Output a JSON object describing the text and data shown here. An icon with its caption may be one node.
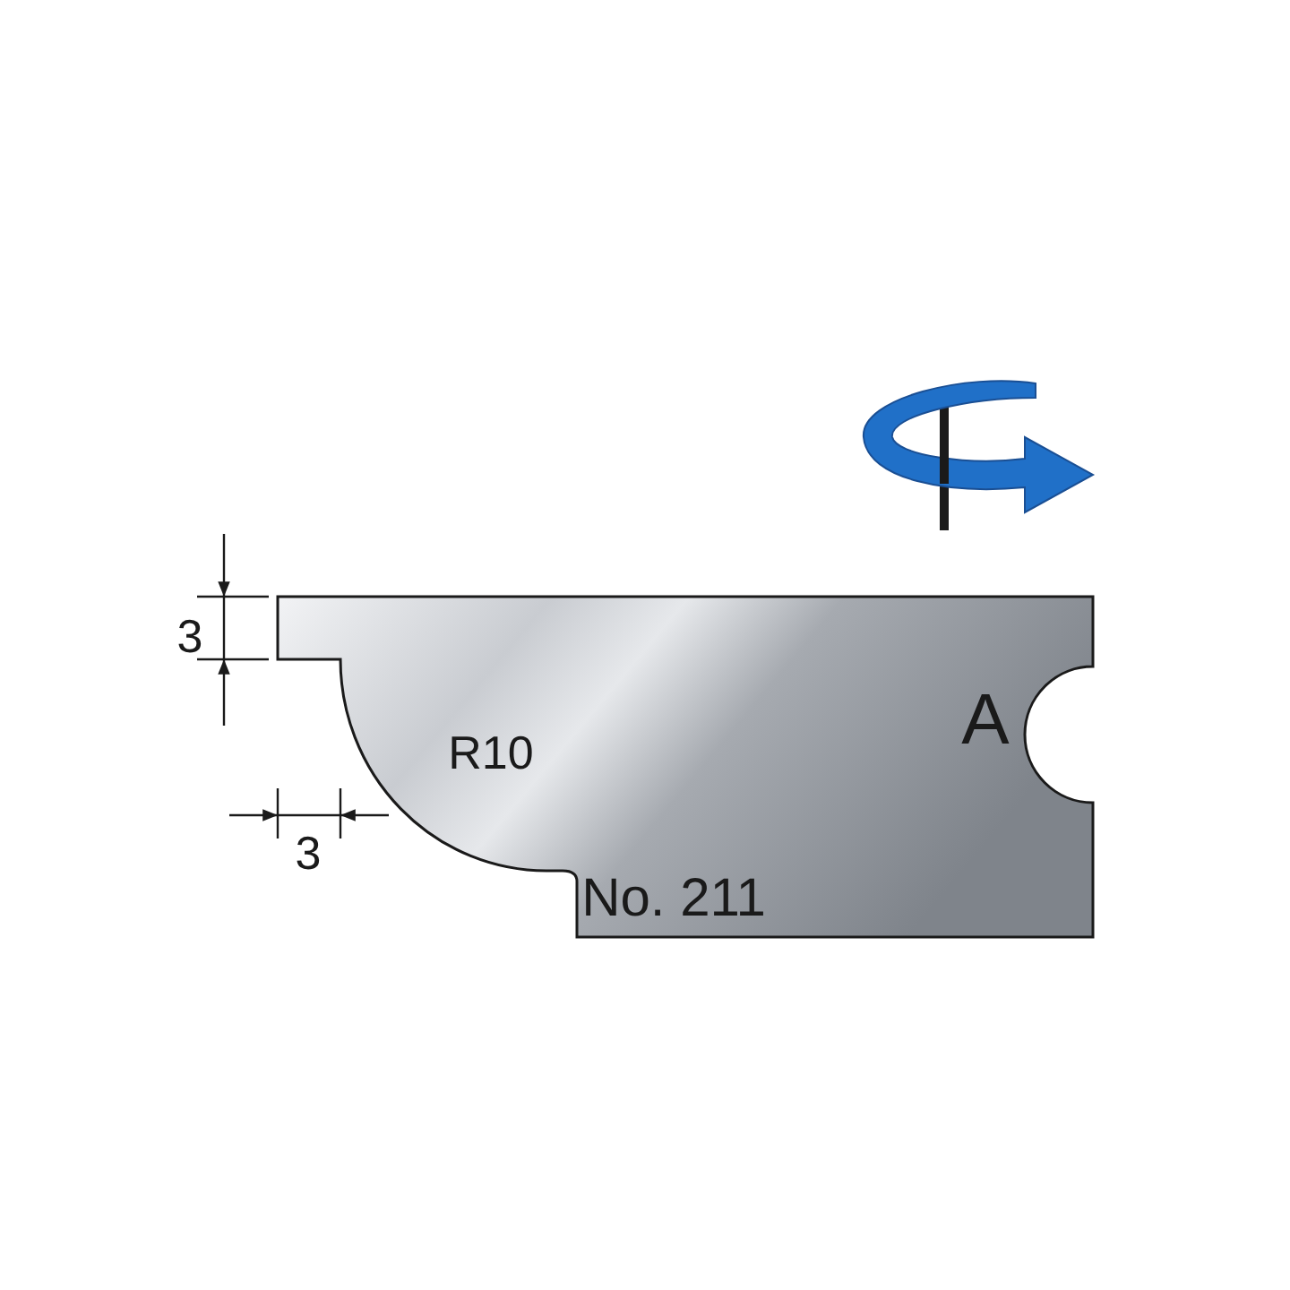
{
  "diagram": {
    "labels": [
      "3",
      "A",
      "R10",
      "3",
      "No. 211"
    ]
  }
}
